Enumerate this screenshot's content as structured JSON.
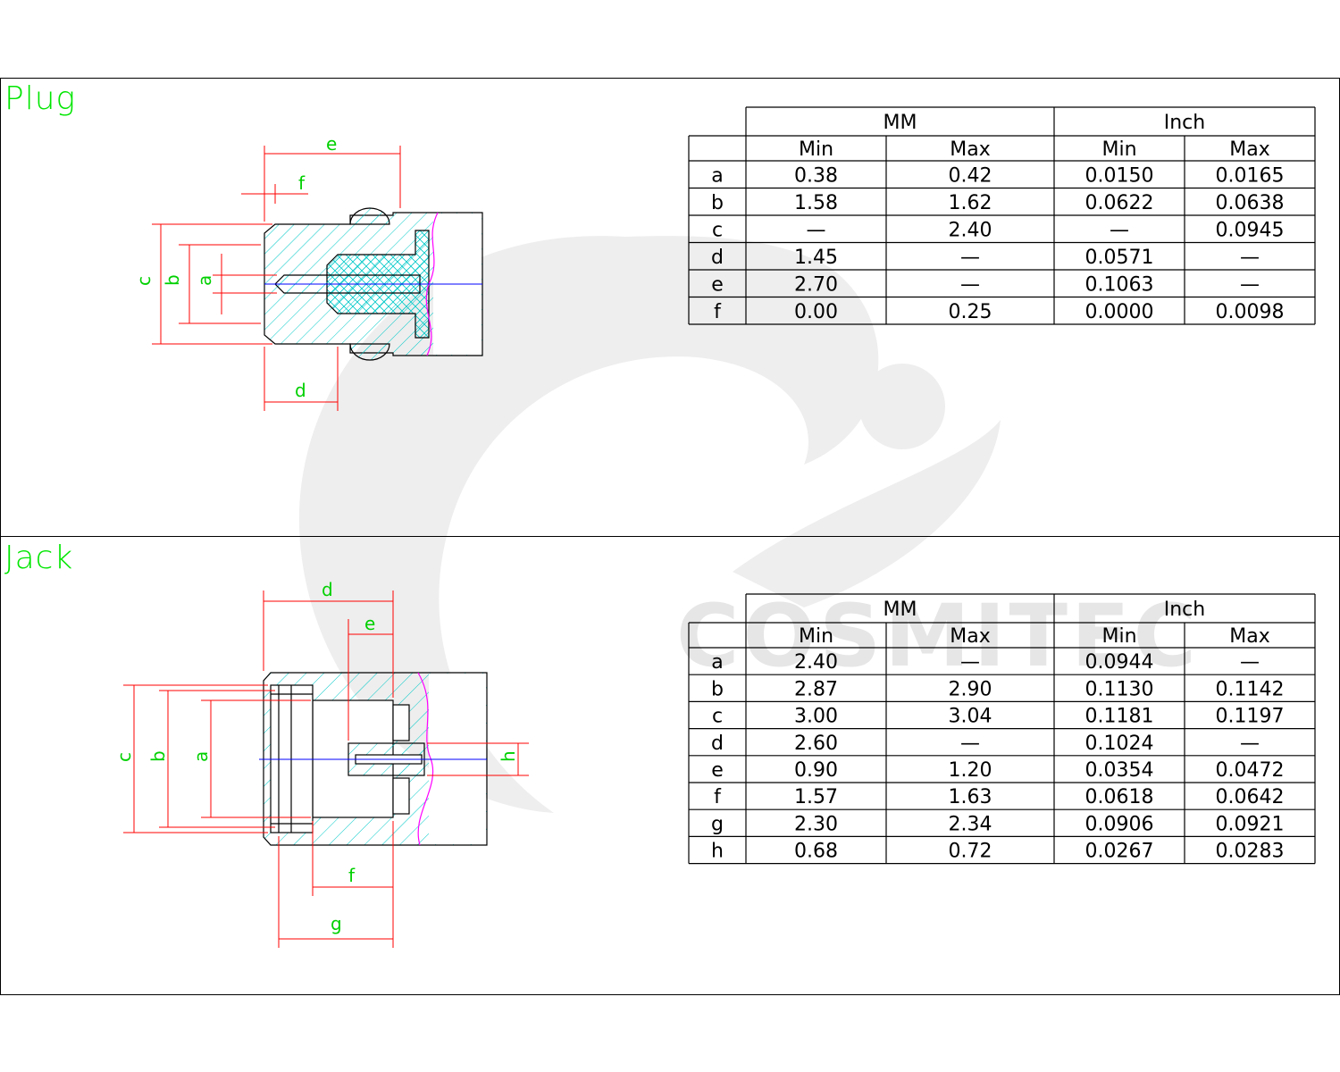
{
  "watermark": {
    "text": "COSMITEC",
    "color": "#e8e8e8"
  },
  "colors": {
    "label": "#00e600",
    "dimension": "#ff0000",
    "hatch": "#00c8c8",
    "outline": "#000000",
    "axis": "#0000ff",
    "break": "#ff00ff"
  },
  "plug": {
    "title": "Plug",
    "dims": {
      "a": "a",
      "b": "b",
      "c": "c",
      "d": "d",
      "e": "e",
      "f": "f"
    },
    "table": {
      "group_headers": [
        "MM",
        "Inch"
      ],
      "col_headers": [
        "Min",
        "Max",
        "Min",
        "Max"
      ],
      "rows": [
        {
          "label": "a",
          "values": [
            "0.38",
            "0.42",
            "0.0150",
            "0.0165"
          ]
        },
        {
          "label": "b",
          "values": [
            "1.58",
            "1.62",
            "0.0622",
            "0.0638"
          ]
        },
        {
          "label": "c",
          "values": [
            "—",
            "2.40",
            "—",
            "0.0945"
          ]
        },
        {
          "label": "d",
          "values": [
            "1.45",
            "—",
            "0.0571",
            "—"
          ]
        },
        {
          "label": "e",
          "values": [
            "2.70",
            "—",
            "0.1063",
            "—"
          ]
        },
        {
          "label": "f",
          "values": [
            "0.00",
            "0.25",
            "0.0000",
            "0.0098"
          ]
        }
      ]
    }
  },
  "jack": {
    "title": "Jack",
    "dims": {
      "a": "a",
      "b": "b",
      "c": "c",
      "d": "d",
      "e": "e",
      "f": "f",
      "g": "g",
      "h": "h"
    },
    "table": {
      "group_headers": [
        "MM",
        "Inch"
      ],
      "col_headers": [
        "Min",
        "Max",
        "Min",
        "Max"
      ],
      "rows": [
        {
          "label": "a",
          "values": [
            "2.40",
            "—",
            "0.0944",
            "—"
          ]
        },
        {
          "label": "b",
          "values": [
            "2.87",
            "2.90",
            "0.1130",
            "0.1142"
          ]
        },
        {
          "label": "c",
          "values": [
            "3.00",
            "3.04",
            "0.1181",
            "0.1197"
          ]
        },
        {
          "label": "d",
          "values": [
            "2.60",
            "—",
            "0.1024",
            "—"
          ]
        },
        {
          "label": "e",
          "values": [
            "0.90",
            "1.20",
            "0.0354",
            "0.0472"
          ]
        },
        {
          "label": "f",
          "values": [
            "1.57",
            "1.63",
            "0.0618",
            "0.0642"
          ]
        },
        {
          "label": "g",
          "values": [
            "2.30",
            "2.34",
            "0.0906",
            "0.0921"
          ]
        },
        {
          "label": "h",
          "values": [
            "0.68",
            "0.72",
            "0.0267",
            "0.0283"
          ]
        }
      ]
    }
  }
}
